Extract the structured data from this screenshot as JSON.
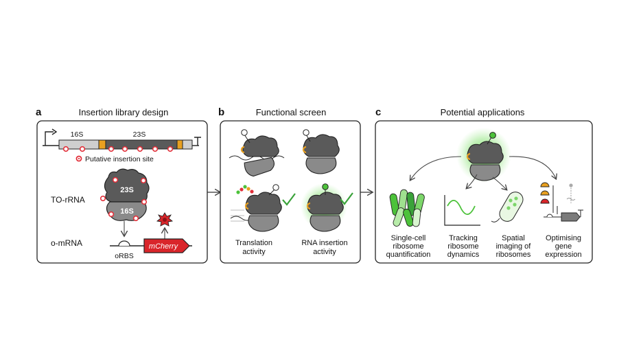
{
  "panels": {
    "a": {
      "letter": "a",
      "title": "Insertion library design",
      "gene_16s": "16S",
      "gene_23s": "23S",
      "legend": "Putative insertion site",
      "to_rrna": "TO-rRNA",
      "sub_23s": "23S",
      "sub_16s": "16S",
      "o_mrna": "o-mRNA",
      "orbs": "oRBS",
      "reporter": "mCherry"
    },
    "b": {
      "letter": "b",
      "title": "Functional screen",
      "cap_translation": [
        "Translation",
        "activity"
      ],
      "cap_insertion": [
        "RNA insertion",
        "activity"
      ]
    },
    "c": {
      "letter": "c",
      "title": "Potential applications",
      "apps": [
        [
          "Single-cell",
          "ribosome",
          "quantification"
        ],
        [
          "Tracking",
          "ribosome",
          "dynamics"
        ],
        [
          "Spatial",
          "imaging of",
          "ribosomes"
        ],
        [
          "Optimising",
          "gene",
          "expression"
        ]
      ]
    }
  },
  "colors": {
    "ribosome": "#5a5a5a",
    "ribosome_small": "#7b7b7b",
    "insertion_site": "#e2303a",
    "mcherry": "#d9252a",
    "check": "#3aa23a",
    "glow": "#4cc23a",
    "orange": "#e8a020"
  }
}
